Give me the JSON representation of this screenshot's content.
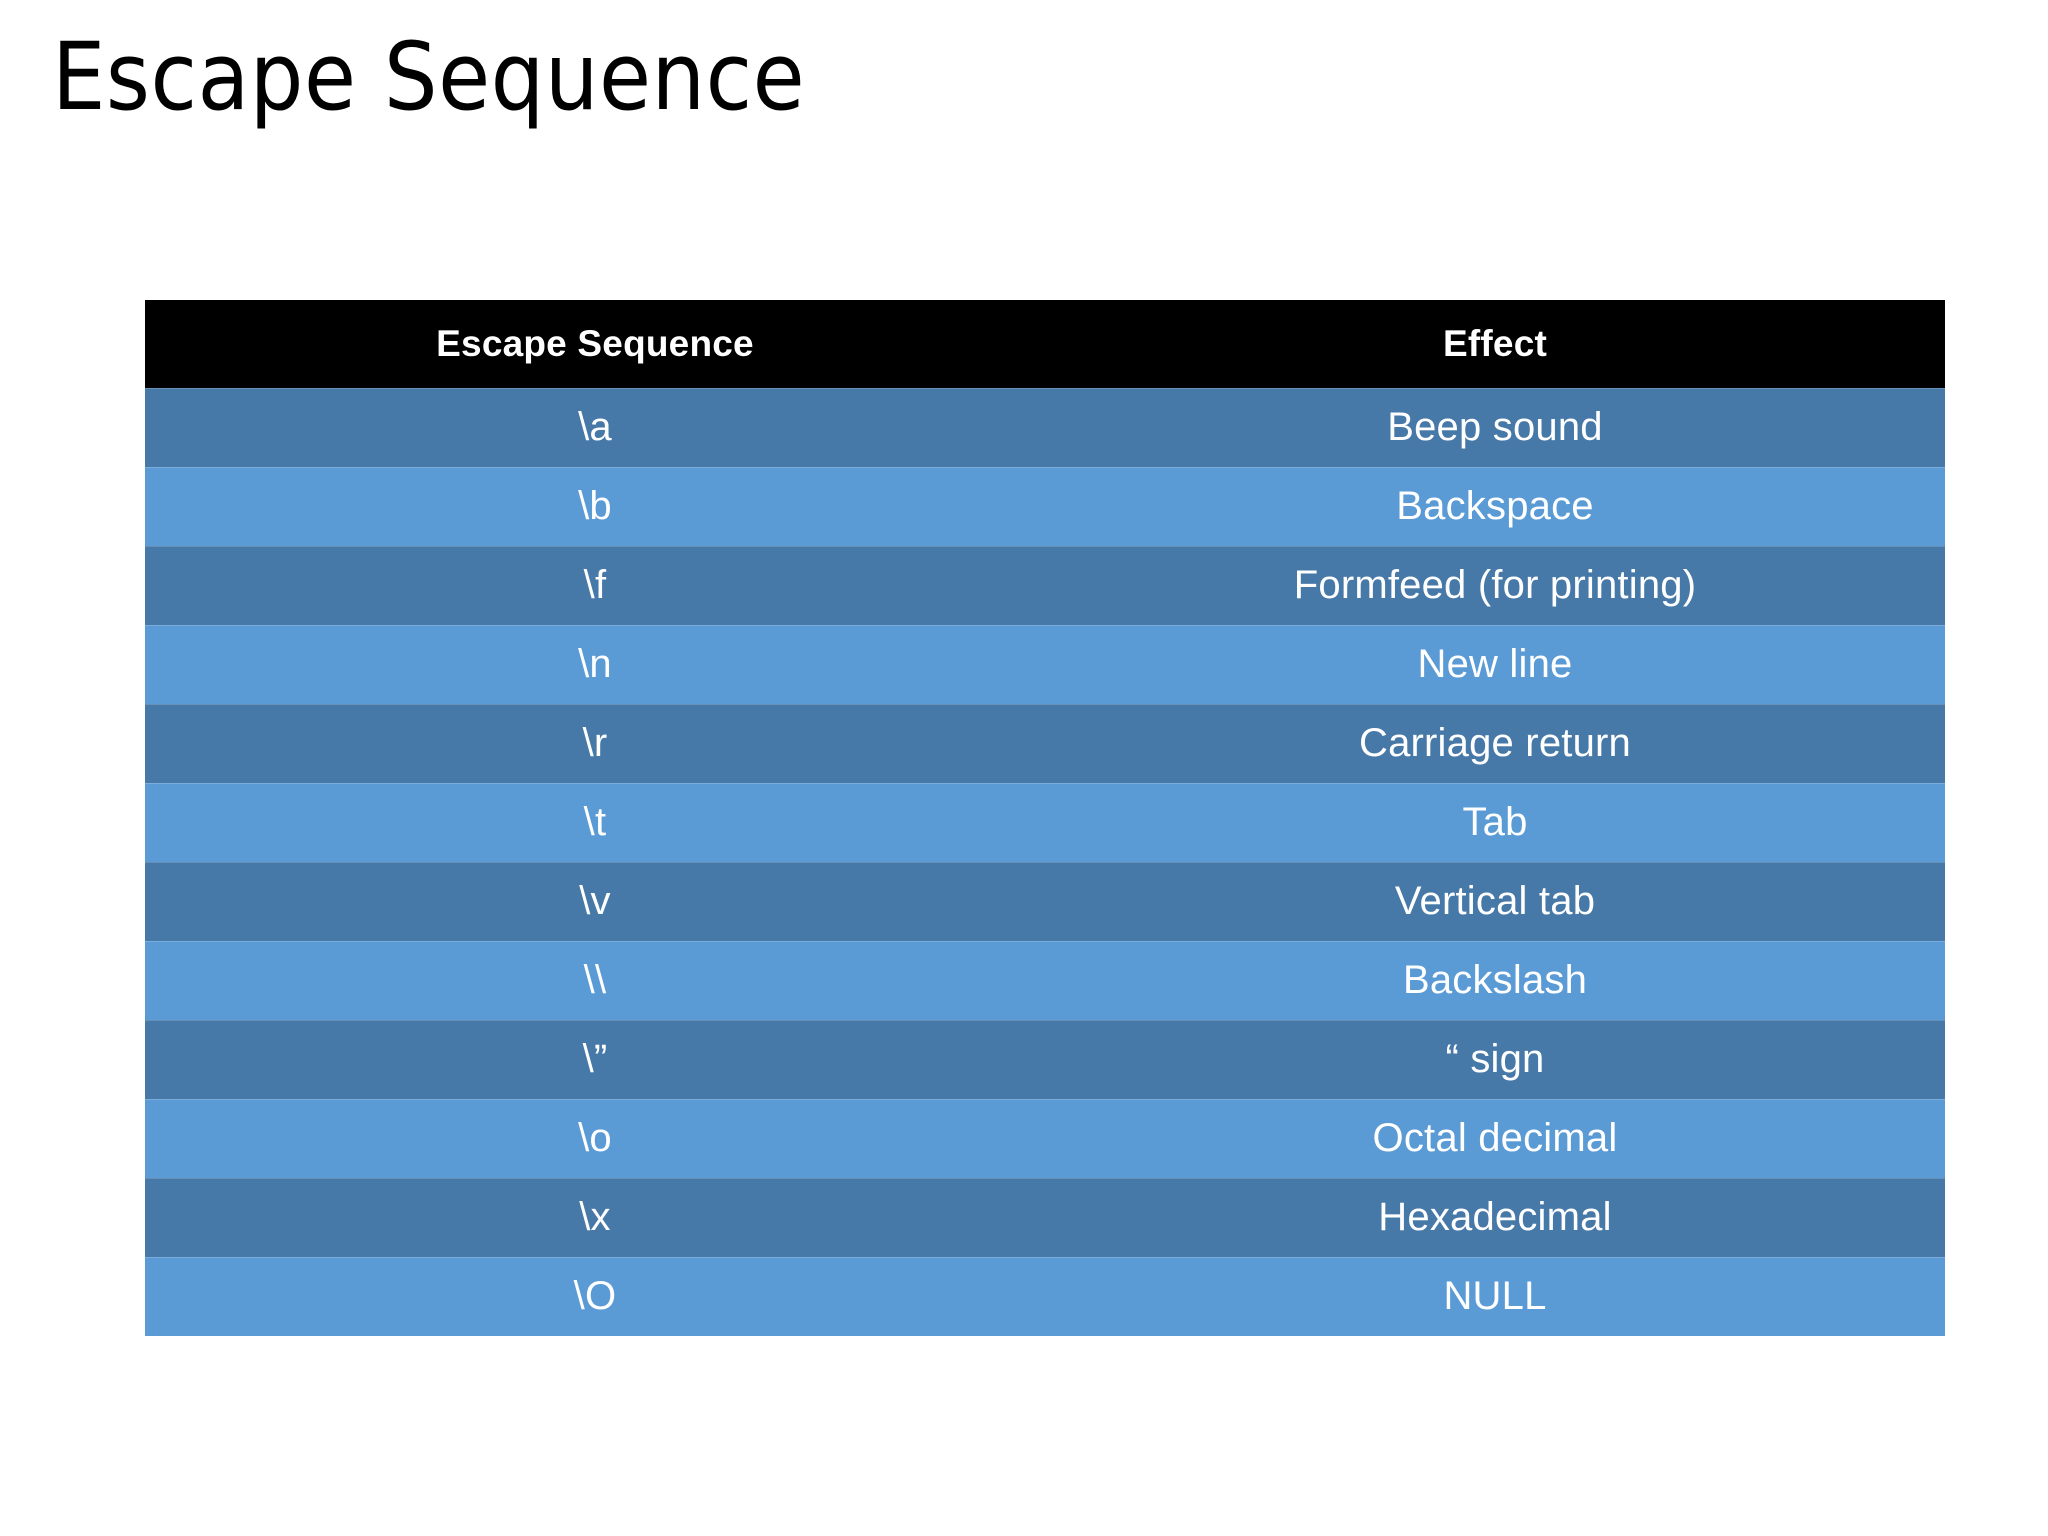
{
  "slide": {
    "title": "Escape Sequence",
    "background_color": "#ffffff"
  },
  "table": {
    "name": "escape-sequence-table",
    "header_background": "#000000",
    "header_text_color": "#ffffff",
    "band_dark_color": "#4678a8",
    "band_light_color": "#5b9bd5",
    "row_text_color": "#ffffff",
    "columns": [
      "Escape Sequence",
      "Effect"
    ],
    "rows": [
      {
        "sequence": "\\a",
        "effect": "Beep sound"
      },
      {
        "sequence": "\\b",
        "effect": "Backspace"
      },
      {
        "sequence": "\\f",
        "effect": "Formfeed (for printing)"
      },
      {
        "sequence": "\\n",
        "effect": "New line"
      },
      {
        "sequence": "\\r",
        "effect": "Carriage return"
      },
      {
        "sequence": "\\t",
        "effect": "Tab"
      },
      {
        "sequence": "\\v",
        "effect": "Vertical tab"
      },
      {
        "sequence": "\\\\",
        "effect": "Backslash"
      },
      {
        "sequence": "\\”",
        "effect": "“ sign"
      },
      {
        "sequence": "\\o",
        "effect": "Octal decimal"
      },
      {
        "sequence": "\\x",
        "effect": "Hexadecimal"
      },
      {
        "sequence": "\\O",
        "effect": "NULL"
      }
    ]
  }
}
